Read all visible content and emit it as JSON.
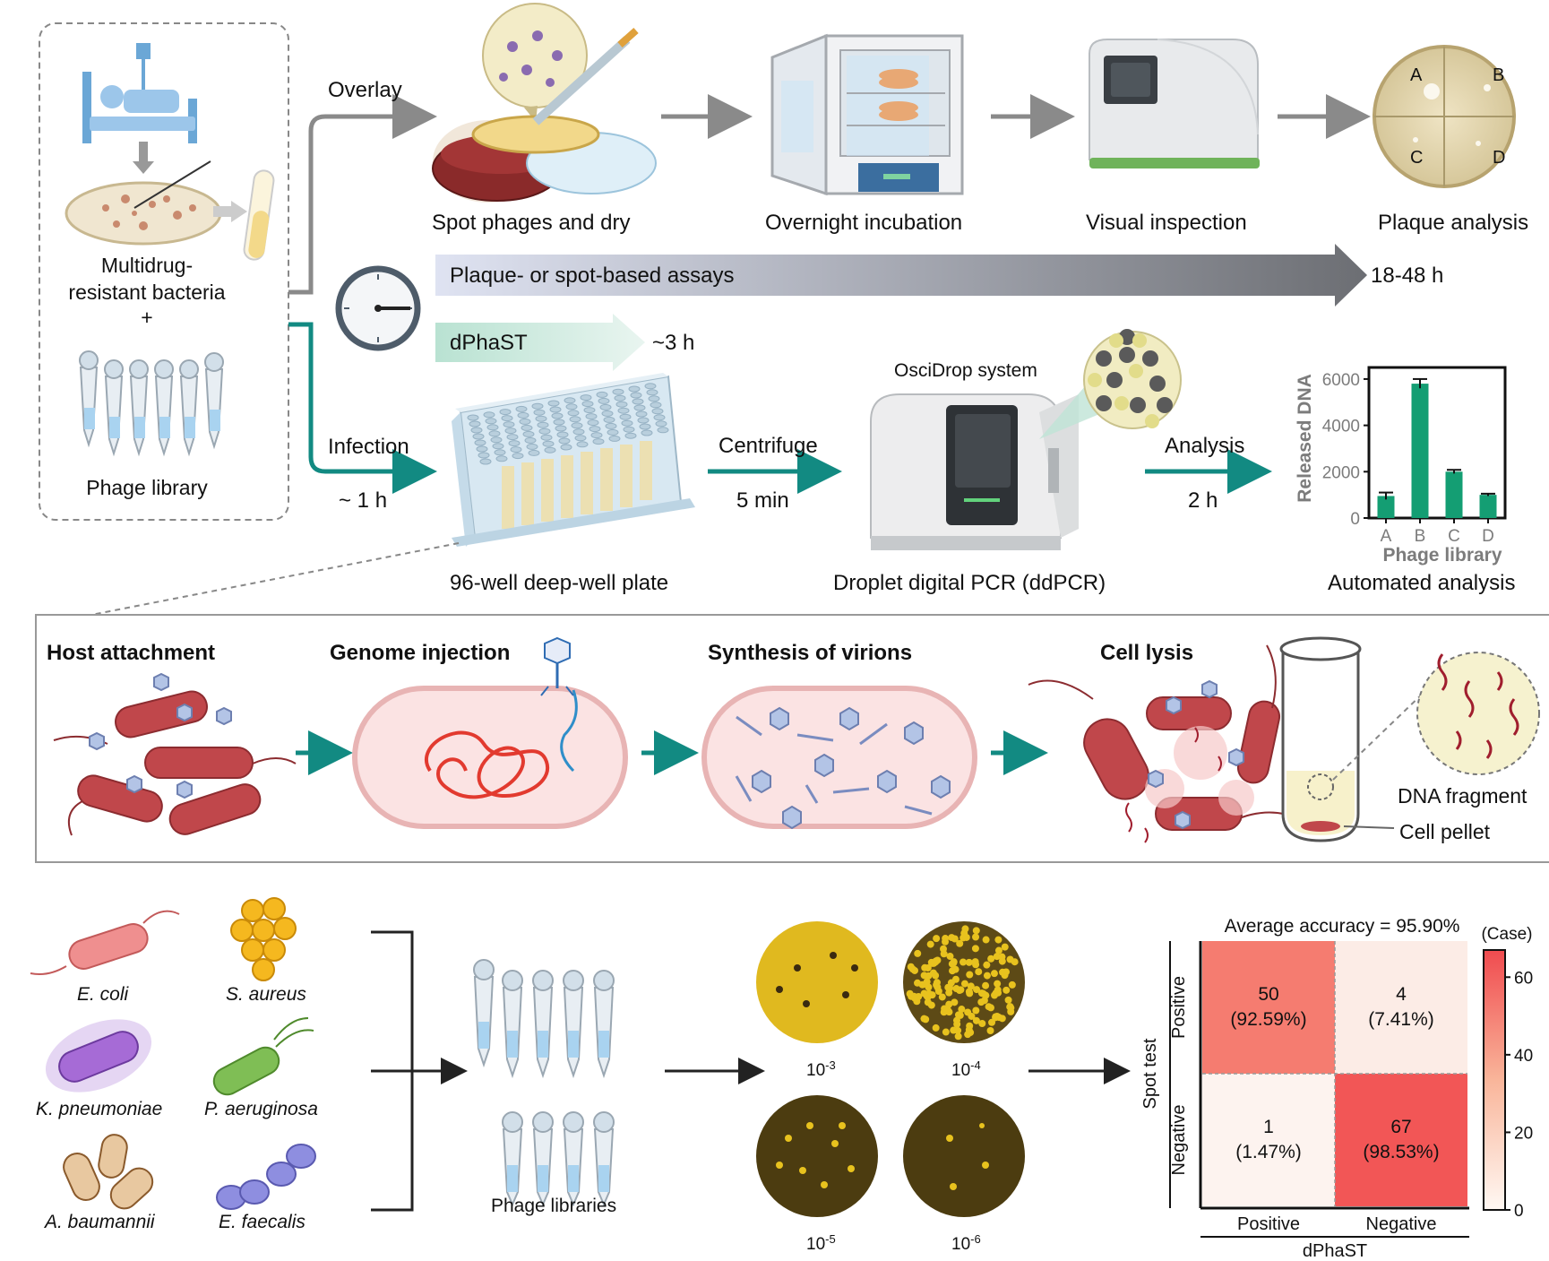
{
  "top": {
    "bacteria_label_1": "Multidrug-",
    "bacteria_label_2": "resistant bacteria",
    "plus": "+",
    "phage_library": "Phage library",
    "overlay": "Overlay",
    "spot_phages": "Spot phages and dry",
    "overnight": "Overnight incubation",
    "visual": "Visual inspection",
    "plaque_analysis": "Plaque analysis",
    "plate_quadrants": [
      "A",
      "B",
      "C",
      "D"
    ],
    "assay_bar": "Plaque- or spot-based assays",
    "assay_time": "18-48 h",
    "dphast_bar": "dPhaST",
    "dphast_time": "~3 h",
    "infection": "Infection",
    "infection_time": "~ 1 h",
    "plate_96": "96-well deep-well plate",
    "centrifuge": "Centrifuge",
    "centrifuge_time": "5 min",
    "oscidrop": "OsciDrop system",
    "ddpcr": "Droplet digital PCR (ddPCR)",
    "analysis": "Analysis",
    "analysis_time": "2 h",
    "automated": "Automated analysis"
  },
  "chart_data": [
    {
      "type": "bar",
      "categories": [
        "A",
        "B",
        "C",
        "D"
      ],
      "values": [
        950,
        5800,
        2000,
        1000
      ],
      "errors": [
        150,
        200,
        80,
        50
      ],
      "ylabel": "Released DNA",
      "xlabel": "Phage library",
      "yticks": [
        "0",
        "2000",
        "4000",
        "6000"
      ],
      "ylim": [
        0,
        6500
      ],
      "color": "#149e73"
    },
    {
      "type": "heatmap",
      "title": "Average accuracy = 95.90%",
      "row_axis": "Spot test",
      "col_axis": "dPhaST",
      "rows": [
        "Positive",
        "Negative"
      ],
      "cols": [
        "Positive",
        "Negative"
      ],
      "cells": [
        {
          "count": "50",
          "pct": "(92.59%)",
          "value": 50
        },
        {
          "count": "4",
          "pct": "(7.41%)",
          "value": 4
        },
        {
          "count": "1",
          "pct": "(1.47%)",
          "value": 1
        },
        {
          "count": "67",
          "pct": "(98.53%)",
          "value": 67
        }
      ],
      "colorbar_title": "(Case)",
      "colorbar_ticks": [
        "0",
        "20",
        "40",
        "60"
      ],
      "vmax": 67
    }
  ],
  "mechanism": {
    "host_attachment": "Host attachment",
    "genome_injection": "Genome injection",
    "synthesis": "Synthesis of virions",
    "cell_lysis": "Cell lysis",
    "dna_fragment": "DNA fragment",
    "cell_pellet": "Cell pellet"
  },
  "species": [
    "E. coli",
    "S. aureus",
    "K. pneumoniae",
    "P. aeruginosa",
    "A. baumannii",
    "E. faecalis"
  ],
  "phage_libraries": "Phage libraries",
  "dilutions": [
    "10",
    "10",
    "10",
    "10"
  ],
  "dilution_exps": [
    "-3",
    "-4",
    "-5",
    "-6"
  ],
  "colors": {
    "teal": "#128a82",
    "grey_arrow": "#8a8a8a",
    "bacteria_red": "#c0474b",
    "heat_high": "#f25c5c",
    "heat_mid": "#f7a08a",
    "heat_low": "#fdf3ef"
  }
}
